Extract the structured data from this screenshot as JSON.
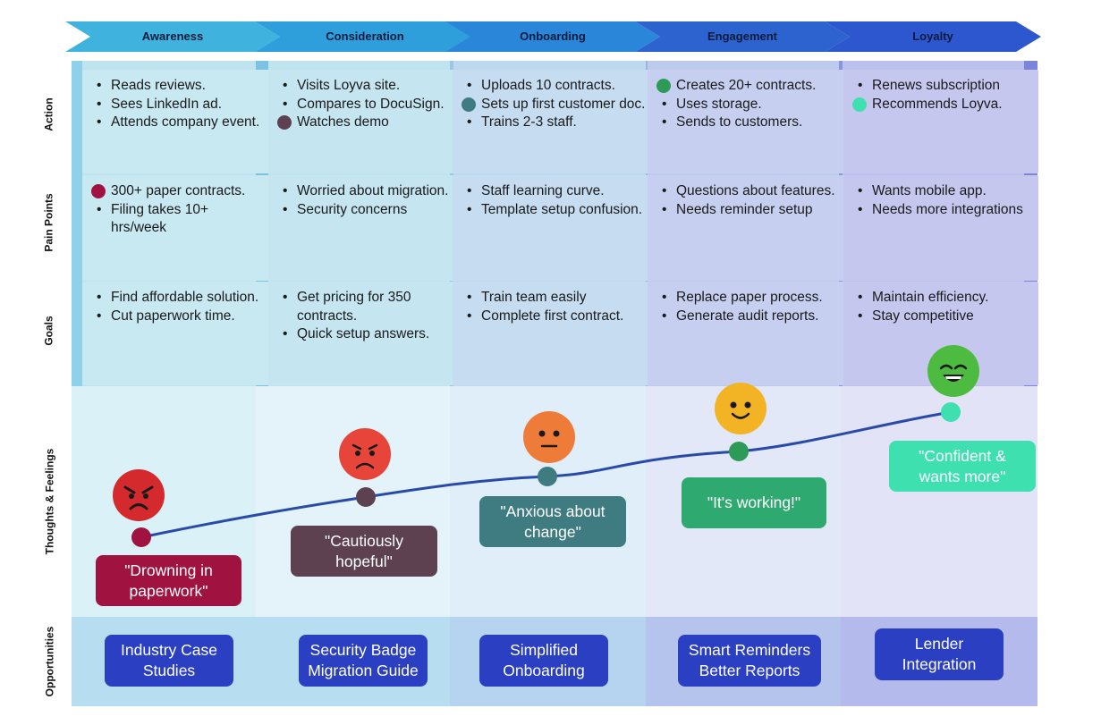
{
  "stages": [
    {
      "label": "Awareness",
      "color": "#3fb2de"
    },
    {
      "label": "Consideration",
      "color": "#2f9fdc"
    },
    {
      "label": "Onboarding",
      "color": "#2a86d9"
    },
    {
      "label": "Engagement",
      "color": "#2c63cf"
    },
    {
      "label": "Loyalty",
      "color": "#2d57cf"
    }
  ],
  "rows": {
    "action": "Action",
    "pain_points": "Pain Points",
    "goals": "Goals",
    "thoughts": "Thoughts & Feelings",
    "opportunities": "Opportunities"
  },
  "cards": {
    "action": [
      {
        "items": [
          {
            "text": "Reads reviews.",
            "marker": "bullet"
          },
          {
            "text": "Sees LinkedIn ad.",
            "marker": "bullet"
          },
          {
            "text": "Attends company event.",
            "marker": "bullet"
          }
        ]
      },
      {
        "items": [
          {
            "text": "Visits Loyva site.",
            "marker": "bullet"
          },
          {
            "text": "Compares to DocuSign.",
            "marker": "bullet"
          },
          {
            "text": "Watches demo",
            "marker": "dot",
            "color": "#5e4150"
          }
        ]
      },
      {
        "items": [
          {
            "text": "Uploads 10 contracts.",
            "marker": "bullet"
          },
          {
            "text": "Sets up first customer doc.",
            "marker": "dot",
            "color": "#3e7c82"
          },
          {
            "text": "Trains 2-3 staff.",
            "marker": "bullet"
          }
        ]
      },
      {
        "items": [
          {
            "text": "Creates 20+ contracts.",
            "marker": "dot",
            "color": "#2e9a58"
          },
          {
            "text": "Uses storage.",
            "marker": "bullet"
          },
          {
            "text": "Sends to customers.",
            "marker": "bullet"
          }
        ]
      },
      {
        "items": [
          {
            "text": "Renews subscription",
            "marker": "bullet"
          },
          {
            "text": "Recommends Loyva.",
            "marker": "dot",
            "color": "#3fe0b0"
          }
        ]
      }
    ],
    "pain_points": [
      {
        "items": [
          {
            "text": "300+ paper contracts.",
            "marker": "dot",
            "color": "#a0123f"
          },
          {
            "text": "Filing takes 10+ hrs/week",
            "marker": "bullet"
          }
        ]
      },
      {
        "items": [
          {
            "text": "Worried about migration.",
            "marker": "bullet"
          },
          {
            "text": "Security concerns",
            "marker": "bullet"
          }
        ]
      },
      {
        "items": [
          {
            "text": "Staff learning curve.",
            "marker": "bullet"
          },
          {
            "text": "Template setup confusion.",
            "marker": "bullet"
          }
        ]
      },
      {
        "items": [
          {
            "text": "Questions about features.",
            "marker": "bullet"
          },
          {
            "text": "Needs reminder setup",
            "marker": "bullet"
          }
        ]
      },
      {
        "items": [
          {
            "text": "Wants mobile app.",
            "marker": "bullet"
          },
          {
            "text": "Needs more integrations",
            "marker": "bullet"
          }
        ]
      }
    ],
    "goals": [
      {
        "items": [
          {
            "text": "Find affordable solution.",
            "marker": "bullet"
          },
          {
            "text": "Cut paperwork time.",
            "marker": "bullet"
          }
        ]
      },
      {
        "items": [
          {
            "text": "Get pricing for 350 contracts.",
            "marker": "bullet"
          },
          {
            "text": "Quick setup answers.",
            "marker": "bullet"
          }
        ]
      },
      {
        "items": [
          {
            "text": "Train team easily",
            "marker": "bullet"
          },
          {
            "text": "Complete first contract.",
            "marker": "bullet"
          }
        ]
      },
      {
        "items": [
          {
            "text": "Replace paper process.",
            "marker": "bullet"
          },
          {
            "text": "Generate audit reports.",
            "marker": "bullet"
          }
        ]
      },
      {
        "items": [
          {
            "text": "Maintain efficiency.",
            "marker": "bullet"
          },
          {
            "text": "Stay competitive",
            "marker": "bullet"
          }
        ]
      }
    ]
  },
  "feelings": [
    {
      "quote": "\"Drowning in paperwork\"",
      "emotion": "angry",
      "face_color": "#d42a2e",
      "dot_color": "#a0123f",
      "bubble_color": "#a0123f"
    },
    {
      "quote": "\"Cautiously hopeful\"",
      "emotion": "sad",
      "face_color": "#e8453a",
      "dot_color": "#5e4150",
      "bubble_color": "#5e4150"
    },
    {
      "quote": "\"Anxious about change\"",
      "emotion": "neutral",
      "face_color": "#ef7b39",
      "dot_color": "#3e7c82",
      "bubble_color": "#3e7c82"
    },
    {
      "quote": "\"It's working!\"",
      "emotion": "happy",
      "face_color": "#f2b325",
      "dot_color": "#2e9a58",
      "bubble_color": "#2eaa70"
    },
    {
      "quote": "\"Confident & wants more\"",
      "emotion": "delighted",
      "face_color": "#4dbb3f",
      "dot_color": "#3fe0b0",
      "bubble_color": "#3fe0b0"
    }
  ],
  "opportunities": [
    {
      "lines": [
        "Industry Case",
        "Studies"
      ]
    },
    {
      "lines": [
        "Security Badge",
        "Migration Guide"
      ]
    },
    {
      "lines": [
        "Simplified",
        "Onboarding"
      ]
    },
    {
      "lines": [
        "Smart Reminders",
        "Better Reports"
      ]
    },
    {
      "lines": [
        "Lender",
        "Integration"
      ]
    }
  ],
  "colors": {
    "line": "#2a4aa8",
    "opportunity_button": "#2a3fc2"
  }
}
